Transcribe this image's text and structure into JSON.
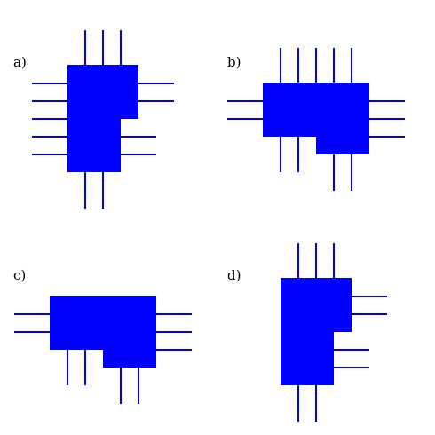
{
  "colors": {
    "background": "#ffffff",
    "shape": "#0000ff",
    "label": "#000000"
  },
  "panels": [
    {
      "id": "a",
      "label": "a)"
    },
    {
      "id": "b",
      "label": "b)"
    },
    {
      "id": "c",
      "label": "c)"
    },
    {
      "id": "d",
      "label": "d)"
    }
  ]
}
